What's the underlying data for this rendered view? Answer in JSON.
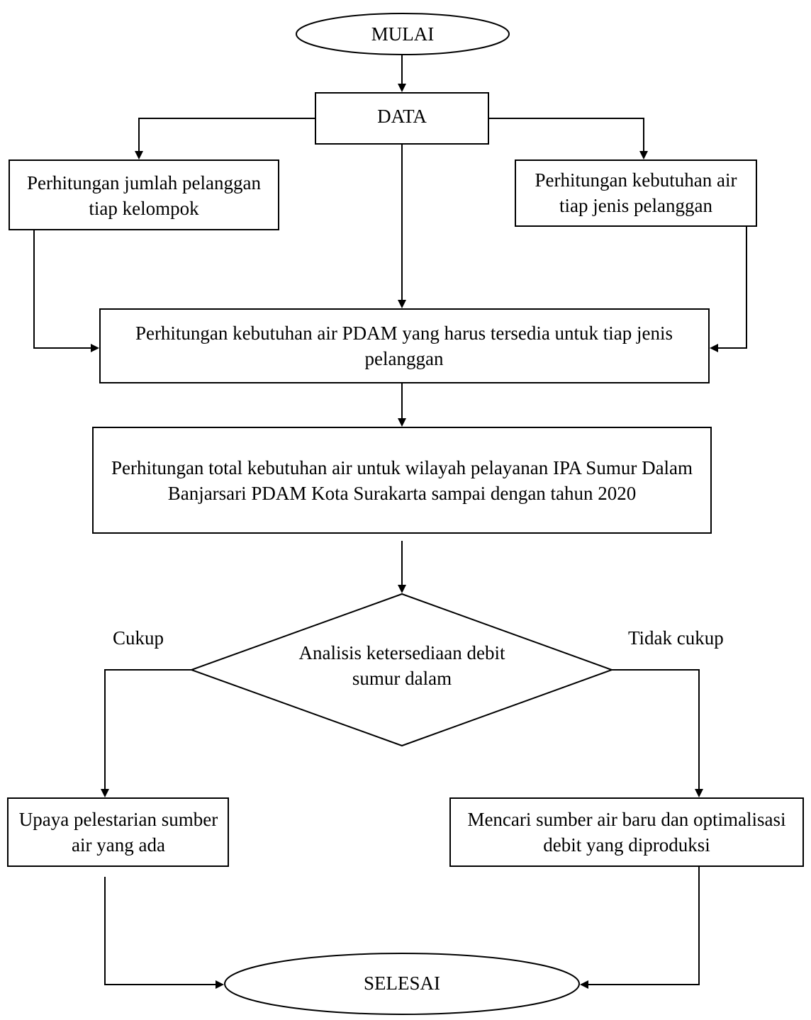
{
  "flowchart": {
    "start": "MULAI",
    "data": "DATA",
    "left_process": "Perhitungan jumlah pelanggan tiap kelompok",
    "right_process": "Perhitungan kebutuhan air tiap jenis pelanggan",
    "combined_process": "Perhitungan kebutuhan air PDAM yang harus tersedia untuk tiap jenis pelanggan",
    "total_process": "Perhitungan total kebutuhan air untuk wilayah pelayanan IPA Sumur Dalam Banjarsari PDAM Kota Surakarta sampai dengan tahun 2020",
    "decision": "Analisis ketersediaan debit sumur dalam",
    "branch_yes_label": "Cukup",
    "branch_no_label": "Tidak cukup",
    "yes_action": "Upaya pelestarian sumber air yang ada",
    "no_action": "Mencari sumber air baru dan optimalisasi debit yang diproduksi",
    "end": "SELESAI"
  }
}
